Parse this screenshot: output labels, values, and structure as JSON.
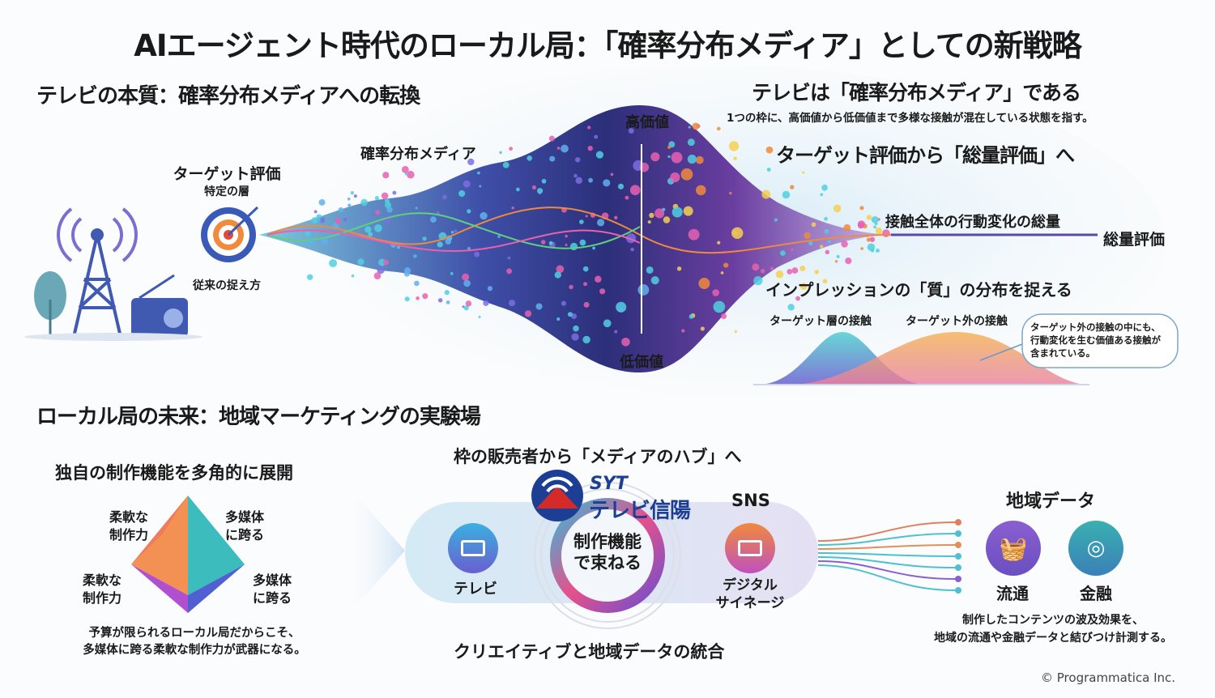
{
  "title": "AIエージェント時代のローカル局：「確率分布メディア」としての新戦略",
  "top": {
    "heading": "テレビの本質：確率分布メディアへの転換",
    "target_eval": "ターゲット評価",
    "specific_layer": "特定の層",
    "conventional": "従来の捉え方",
    "prob_media": "確率分布メディア",
    "high": "高価値",
    "low": "低価値",
    "right_heading": "テレビは「確率分布メディア」である",
    "right_sub": "1つの枠に、高価値から低価値まで多様な接触が混在している状態を指す。",
    "shift": "ターゲット評価から「総量評価」へ",
    "total_change": "接触全体の行動変化の総量",
    "total_eval": "総量評価",
    "quality": "インプレッションの「質」の分布を捉える",
    "in_target": "ターゲット層の接触",
    "out_target": "ターゲット外の接触",
    "callout": [
      "ターゲット外の接触の中にも、",
      "行動変化を生む価値ある接触が",
      "含まれている。"
    ]
  },
  "bottom": {
    "heading": "ローカル局の未来：地域マーケティングの実験場",
    "left_heading": "独自の制作機能を多角的に展開",
    "pyramid": {
      "tl": [
        "柔軟な",
        "制作力"
      ],
      "tr": [
        "多媒体",
        "に跨る"
      ],
      "bl": [
        "柔軟な",
        "制作力"
      ],
      "br": [
        "多媒体",
        "に跨る"
      ]
    },
    "left_caption": [
      "予算が限られるローカル局だからこそ、",
      "多媒体に跨る柔軟な制作力が武器になる。"
    ],
    "hub_heading": "枠の販売者から「メディアのハブ」へ",
    "logo": {
      "syt": "SYT",
      "name": "テレビ信陽"
    },
    "hub_center": [
      "制作機能",
      "で束ねる"
    ],
    "tv": "テレビ",
    "sns": "SNS",
    "signage": [
      "デジタル",
      "サイネージ"
    ],
    "hub_caption": "クリエイティブと地域データの統合",
    "data_heading": "地域データ",
    "retail": "流通",
    "finance": "金融",
    "data_caption": [
      "制作したコンテンツの波及効果を、",
      "地域の流通や金融データと結びつけ計測する。"
    ]
  },
  "copyright": "© Programmatica Inc.",
  "colors": {
    "blue": "#3a5ab8",
    "purple": "#7a4fc0",
    "orange": "#f08a3c",
    "teal": "#3ab8c8",
    "red": "#d42a2a",
    "navy": "#1c3f94"
  }
}
